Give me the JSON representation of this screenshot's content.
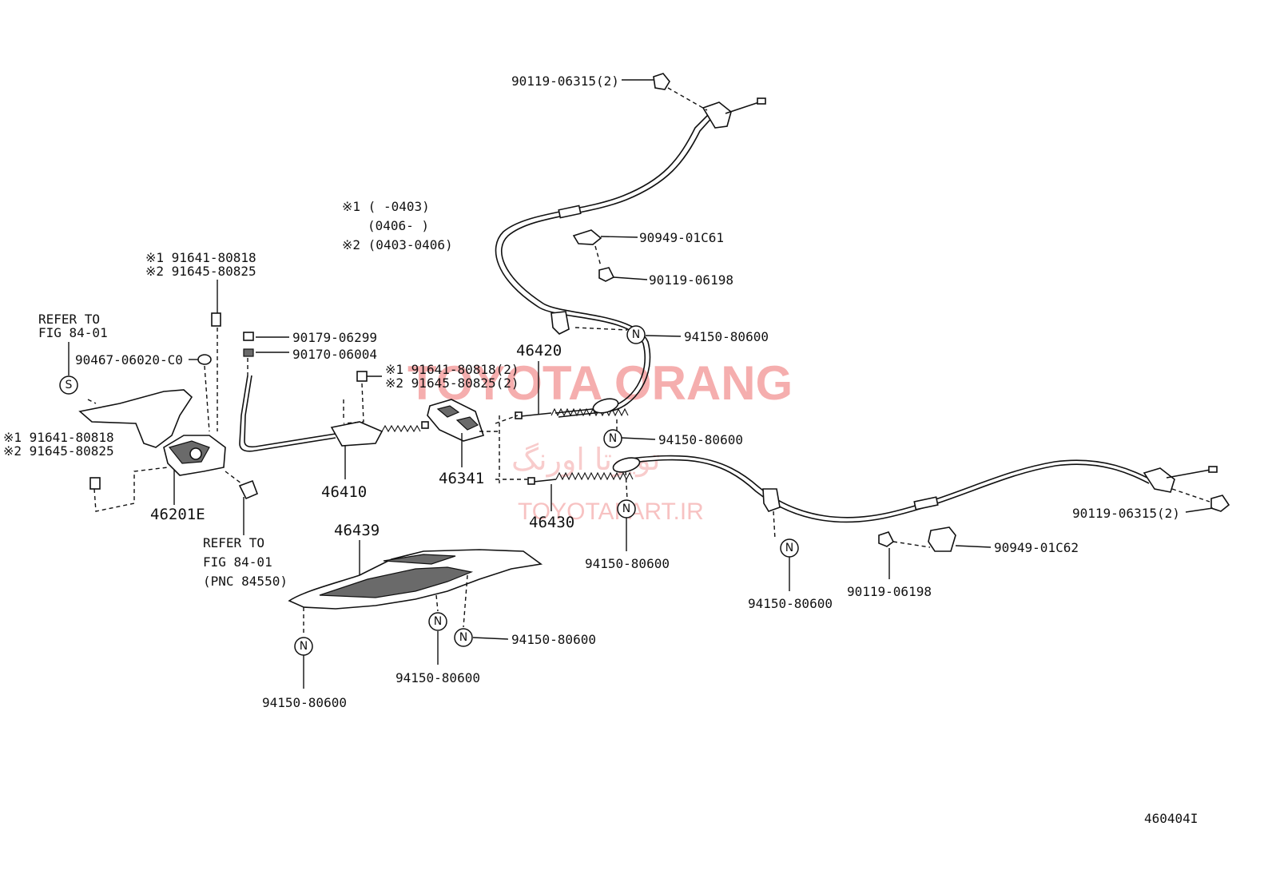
{
  "diagram_code": "460404I",
  "watermark": {
    "brand": "TOYOTA ORANG",
    "persian": "تویوتا اورنگ",
    "url": "TOYOTAPART.IR"
  },
  "notes": {
    "n1": "※1 (      -0403)",
    "n2": "(0406-      )",
    "n3": "※2 (0403-0406)"
  },
  "labels": {
    "refer_top_1": "REFER TO",
    "refer_top_2": "FIG 84-01",
    "refer_bot_1": "REFER TO",
    "refer_bot_2": "FIG 84-01",
    "refer_bot_3": "(PNC 84550)",
    "p_90467": "90467-06020-C0",
    "p_bolt_top_1": "※1 91641-80818",
    "p_bolt_top_2": "※2 91645-80825",
    "p_bolt_left_1": "※1 91641-80818",
    "p_bolt_left_2": "※2 91645-80825",
    "p_46201E": "46201E",
    "p_90179": "90179-06299",
    "p_90170": "90170-06004",
    "p_46410": "46410",
    "p_bolt_mid_1": "※1 91641-80818(2)",
    "p_bolt_mid_2": "※2 91645-80825(2)",
    "p_46341": "46341",
    "p_46420": "46420",
    "p_46430": "46430",
    "p_46439": "46439",
    "p_90119_top": "90119-06315(2)",
    "p_90949_c61": "90949-01C61",
    "p_90119_198a": "90119-06198",
    "p_94150_a": "94150-80600",
    "p_94150_b": "94150-80600",
    "p_94150_c": "94150-80600",
    "p_94150_d": "94150-80600",
    "p_94150_e": "94150-80600",
    "p_94150_f": "94150-80600",
    "p_94150_g": "94150-80600",
    "p_90119_right": "90119-06315(2)",
    "p_90949_c62": "90949-01C62",
    "p_90119_198b": "90119-06198"
  },
  "badges": {
    "s": "S",
    "n": "N"
  }
}
